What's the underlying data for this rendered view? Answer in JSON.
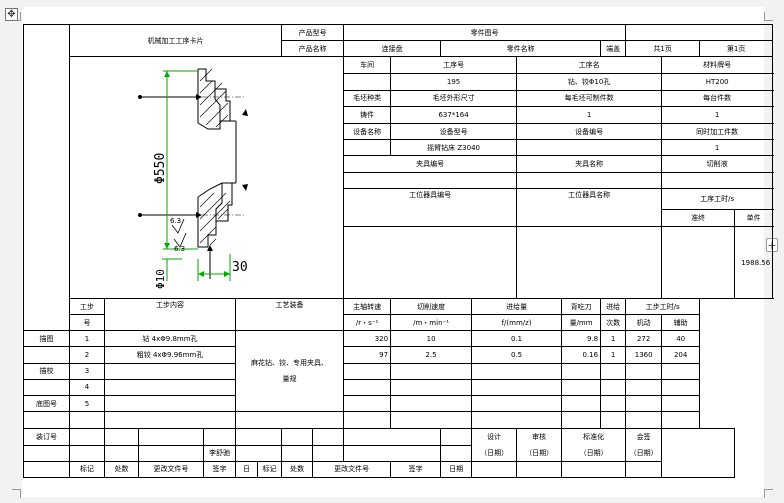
{
  "ui": {
    "move_handle": "✥",
    "add_handle": "+"
  },
  "header": {
    "card_title": "机械加工工序卡片",
    "product_model_label": "产品型号",
    "product_name_label": "产品名称",
    "product_name": "连接盘",
    "part_drawing_no_label": "零件图号",
    "part_name_label": "零件名称",
    "part_name": "端盖",
    "sheet_total": "共1页",
    "sheet_no": "第1页"
  },
  "info": {
    "workshop_label": "车间",
    "operation_no_label": "工序号",
    "operation_name_label": "工序名",
    "material_label": "材料牌号",
    "operation_no": "195",
    "operation_name": "钻、铰Φ10孔",
    "material": "HT200",
    "blank_type_label": "毛坯种类",
    "blank_size_label": "毛坯外形尺寸",
    "parts_per_blank_label": "每毛坯可制件数",
    "parts_per_unit_label": "每台件数",
    "blank_type": "铸件",
    "blank_size": "637*164",
    "parts_per_blank": "1",
    "parts_per_unit": "1",
    "equipment_name_label": "设备名称",
    "equipment_model_label": "设备型号",
    "equipment_no_label": "设备编号",
    "simultaneous_label": "同时加工件数",
    "equipment_name": "摇臂钻床 Z3040",
    "simultaneous": "1",
    "fixture_no_label": "夹具编号",
    "fixture_name_label": "夹具名称",
    "coolant_label": "切削液",
    "station_tool_no_label": "工位器具编号",
    "station_tool_name_label": "工位器具名称",
    "op_time_label": "工序工时/s",
    "prep_end_label": "准终",
    "unit_label": "单件",
    "unit_time": "1988.56"
  },
  "drawing": {
    "dim_diameter": "Φ550",
    "dim_hole": "Φ10",
    "dim_length": "30",
    "roughness_1": "6.3",
    "roughness_2": "6.3"
  },
  "steps_header": {
    "step_no_1": "工步",
    "step_no_2": "号",
    "content": "工步内容",
    "equipment": "工艺装备",
    "spindle_speed_1": "主轴转速",
    "spindle_speed_2": "/r・s⁻¹",
    "cutting_speed_1": "切削速度",
    "cutting_speed_2": "/m・min⁻¹",
    "feed_1": "进给量",
    "feed_2": "f/(mm/z)",
    "depth_1": "背吃刀",
    "depth_2": "量/mm",
    "passes_1": "进给",
    "passes_2": "次数",
    "step_time": "工步工时/s",
    "machine_time": "机动",
    "aux_time": "辅助"
  },
  "tooling": {
    "line1": "麻花钻、铰、专用夹具、",
    "line2": "量规"
  },
  "side_labels": {
    "trace": "描图",
    "trace_check": "描校",
    "base_drawing": "底图号",
    "binding": "装订号"
  },
  "steps": [
    {
      "no": "1",
      "content": "钻 4xΦ9.8mm孔",
      "spindle": "320",
      "speed": "10",
      "feed": "0.1",
      "depth": "9.8",
      "passes": "1",
      "machine": "272",
      "aux": "40"
    },
    {
      "no": "2",
      "content": "粗铰 4xΦ9.96mm孔",
      "spindle": "97",
      "speed": "2.5",
      "feed": "0.5",
      "depth": "0.16",
      "passes": "1",
      "machine": "1360",
      "aux": "204"
    },
    {
      "no": "3"
    },
    {
      "no": "4"
    },
    {
      "no": "5"
    }
  ],
  "footer": {
    "designer": "李舒驰",
    "design_label": "设计",
    "review_label": "审核",
    "standard_label": "标准化",
    "countersign_label": "会签",
    "date_label": "（日期）",
    "mark_label": "标记",
    "count_label": "处数",
    "change_doc_label": "更改文件号",
    "sign_label": "签字",
    "day_label": "日",
    "date_short_label": "日期"
  }
}
